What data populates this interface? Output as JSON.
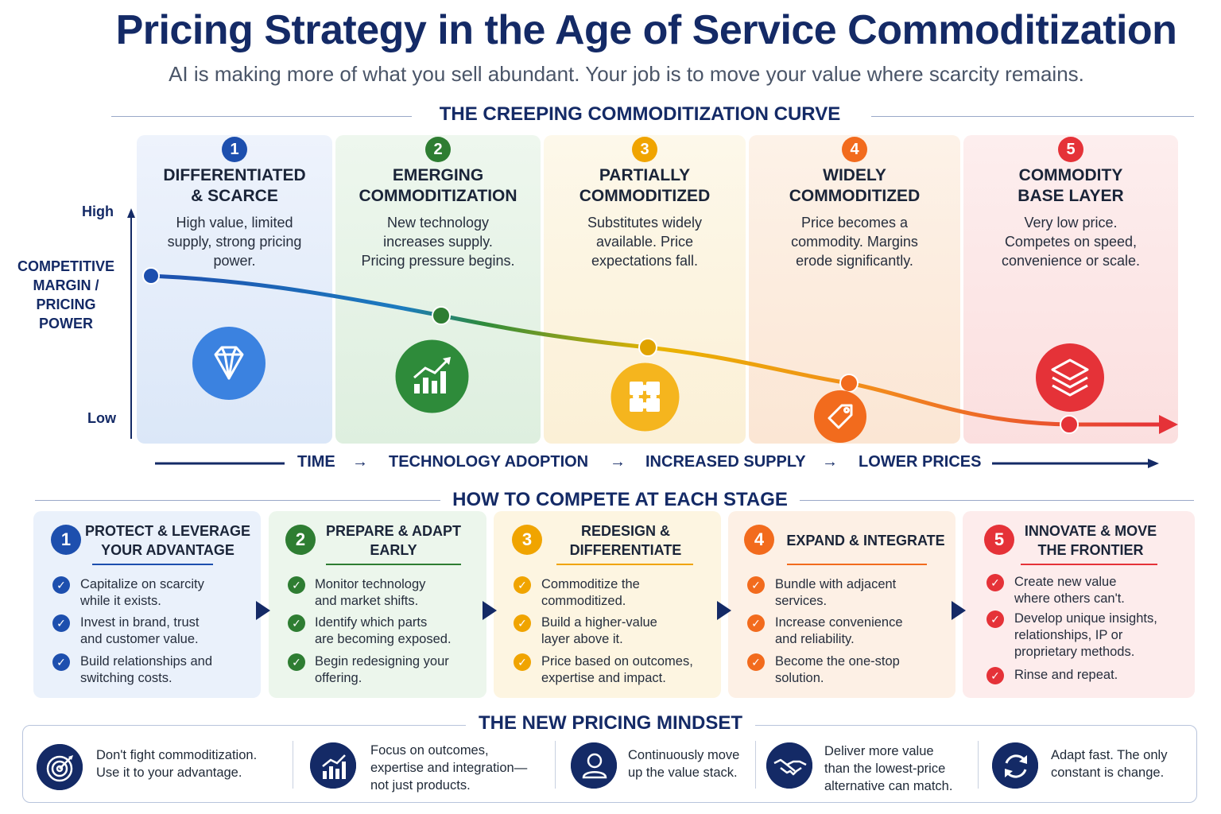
{
  "header": {
    "title": "Pricing Strategy in the Age of Service Commoditization",
    "subtitle": "AI is making more of what you sell abundant. Your job is to move your value where scarcity remains."
  },
  "curve_section": {
    "heading": "THE CREEPING COMMODITIZATION CURVE",
    "y_axis_label": "COMPETITIVE\nMARGIN /\nPRICING\nPOWER",
    "y_high": "High",
    "y_low": "Low",
    "stages": [
      {
        "num": "1",
        "title": "DIFFERENTIATED\n& SCARCE",
        "desc": "High value, limited\nsupply, strong pricing\npower.",
        "color": "#1d4fae",
        "icon": "diamond-icon"
      },
      {
        "num": "2",
        "title": "EMERGING\nCOMMODITIZATION",
        "desc": "New technology\nincreases supply.\nPricing pressure begins.",
        "color": "#2e7d32",
        "icon": "growth-chart-icon"
      },
      {
        "num": "3",
        "title": "PARTIALLY\nCOMMODITIZED",
        "desc": "Substitutes widely\navailable. Price\nexpectations fall.",
        "color": "#f0a400",
        "icon": "puzzle-icon"
      },
      {
        "num": "4",
        "title": "WIDELY\nCOMMODITIZED",
        "desc": "Price becomes a\ncommodity. Margins\nerode significantly.",
        "color": "#f26b1d",
        "icon": "price-tag-icon"
      },
      {
        "num": "5",
        "title": "COMMODITY\nBASE LAYER",
        "desc": "Very low price.\nCompetes on speed,\nconvenience or scale.",
        "color": "#e53238",
        "icon": "layers-icon"
      }
    ],
    "flow": [
      "TIME",
      "TECHNOLOGY ADOPTION",
      "INCREASED SUPPLY",
      "LOWER PRICES"
    ],
    "flow_arrow": "→"
  },
  "compete_section": {
    "heading": "HOW TO COMPETE AT EACH STAGE",
    "cards": [
      {
        "num": "1",
        "title": "PROTECT & LEVERAGE\nYOUR ADVANTAGE",
        "color": "#1d4fae",
        "items": [
          "Capitalize on scarcity\nwhile it exists.",
          "Invest in brand, trust\nand customer value.",
          "Build relationships and\nswitching costs."
        ]
      },
      {
        "num": "2",
        "title": "PREPARE & ADAPT\nEARLY",
        "color": "#2e7d32",
        "items": [
          "Monitor technology\nand market shifts.",
          "Identify which parts\nare becoming exposed.",
          "Begin redesigning your\noffering."
        ]
      },
      {
        "num": "3",
        "title": "REDESIGN &\nDIFFERENTIATE",
        "color": "#f0a400",
        "items": [
          "Commoditize the\ncommoditized.",
          "Build a higher-value\nlayer above it.",
          "Price based on outcomes,\nexpertise and impact."
        ]
      },
      {
        "num": "4",
        "title": "EXPAND & INTEGRATE",
        "color": "#f26b1d",
        "items": [
          "Bundle with adjacent\nservices.",
          "Increase convenience\nand reliability.",
          "Become the one-stop\nsolution."
        ]
      },
      {
        "num": "5",
        "title": "INNOVATE & MOVE\nTHE FRONTIER",
        "color": "#e53238",
        "items": [
          "Create new value\nwhere others can't.",
          "Develop unique insights,\nrelationships, IP or\nproprietary methods.",
          "Rinse and repeat."
        ]
      }
    ]
  },
  "mindset_section": {
    "heading": "THE NEW PRICING MINDSET",
    "items": [
      {
        "text": "Don't fight commoditization.\nUse it to your advantage.",
        "icon": "target-icon"
      },
      {
        "text": "Focus on outcomes,\nexpertise and integration—\nnot just products.",
        "icon": "bar-chart-icon"
      },
      {
        "text": "Continuously move\nup the value stack.",
        "icon": "person-icon"
      },
      {
        "text": "Deliver more value\nthan the lowest-price\nalternative can match.",
        "icon": "handshake-icon"
      },
      {
        "text": "Adapt fast. The only\nconstant is change.",
        "icon": "refresh-icon"
      }
    ]
  },
  "colors": {
    "navy": "#142a66",
    "blue": "#1d4fae",
    "green": "#2e7d32",
    "yellow": "#f0a400",
    "orange": "#f26b1d",
    "red": "#e53238"
  }
}
